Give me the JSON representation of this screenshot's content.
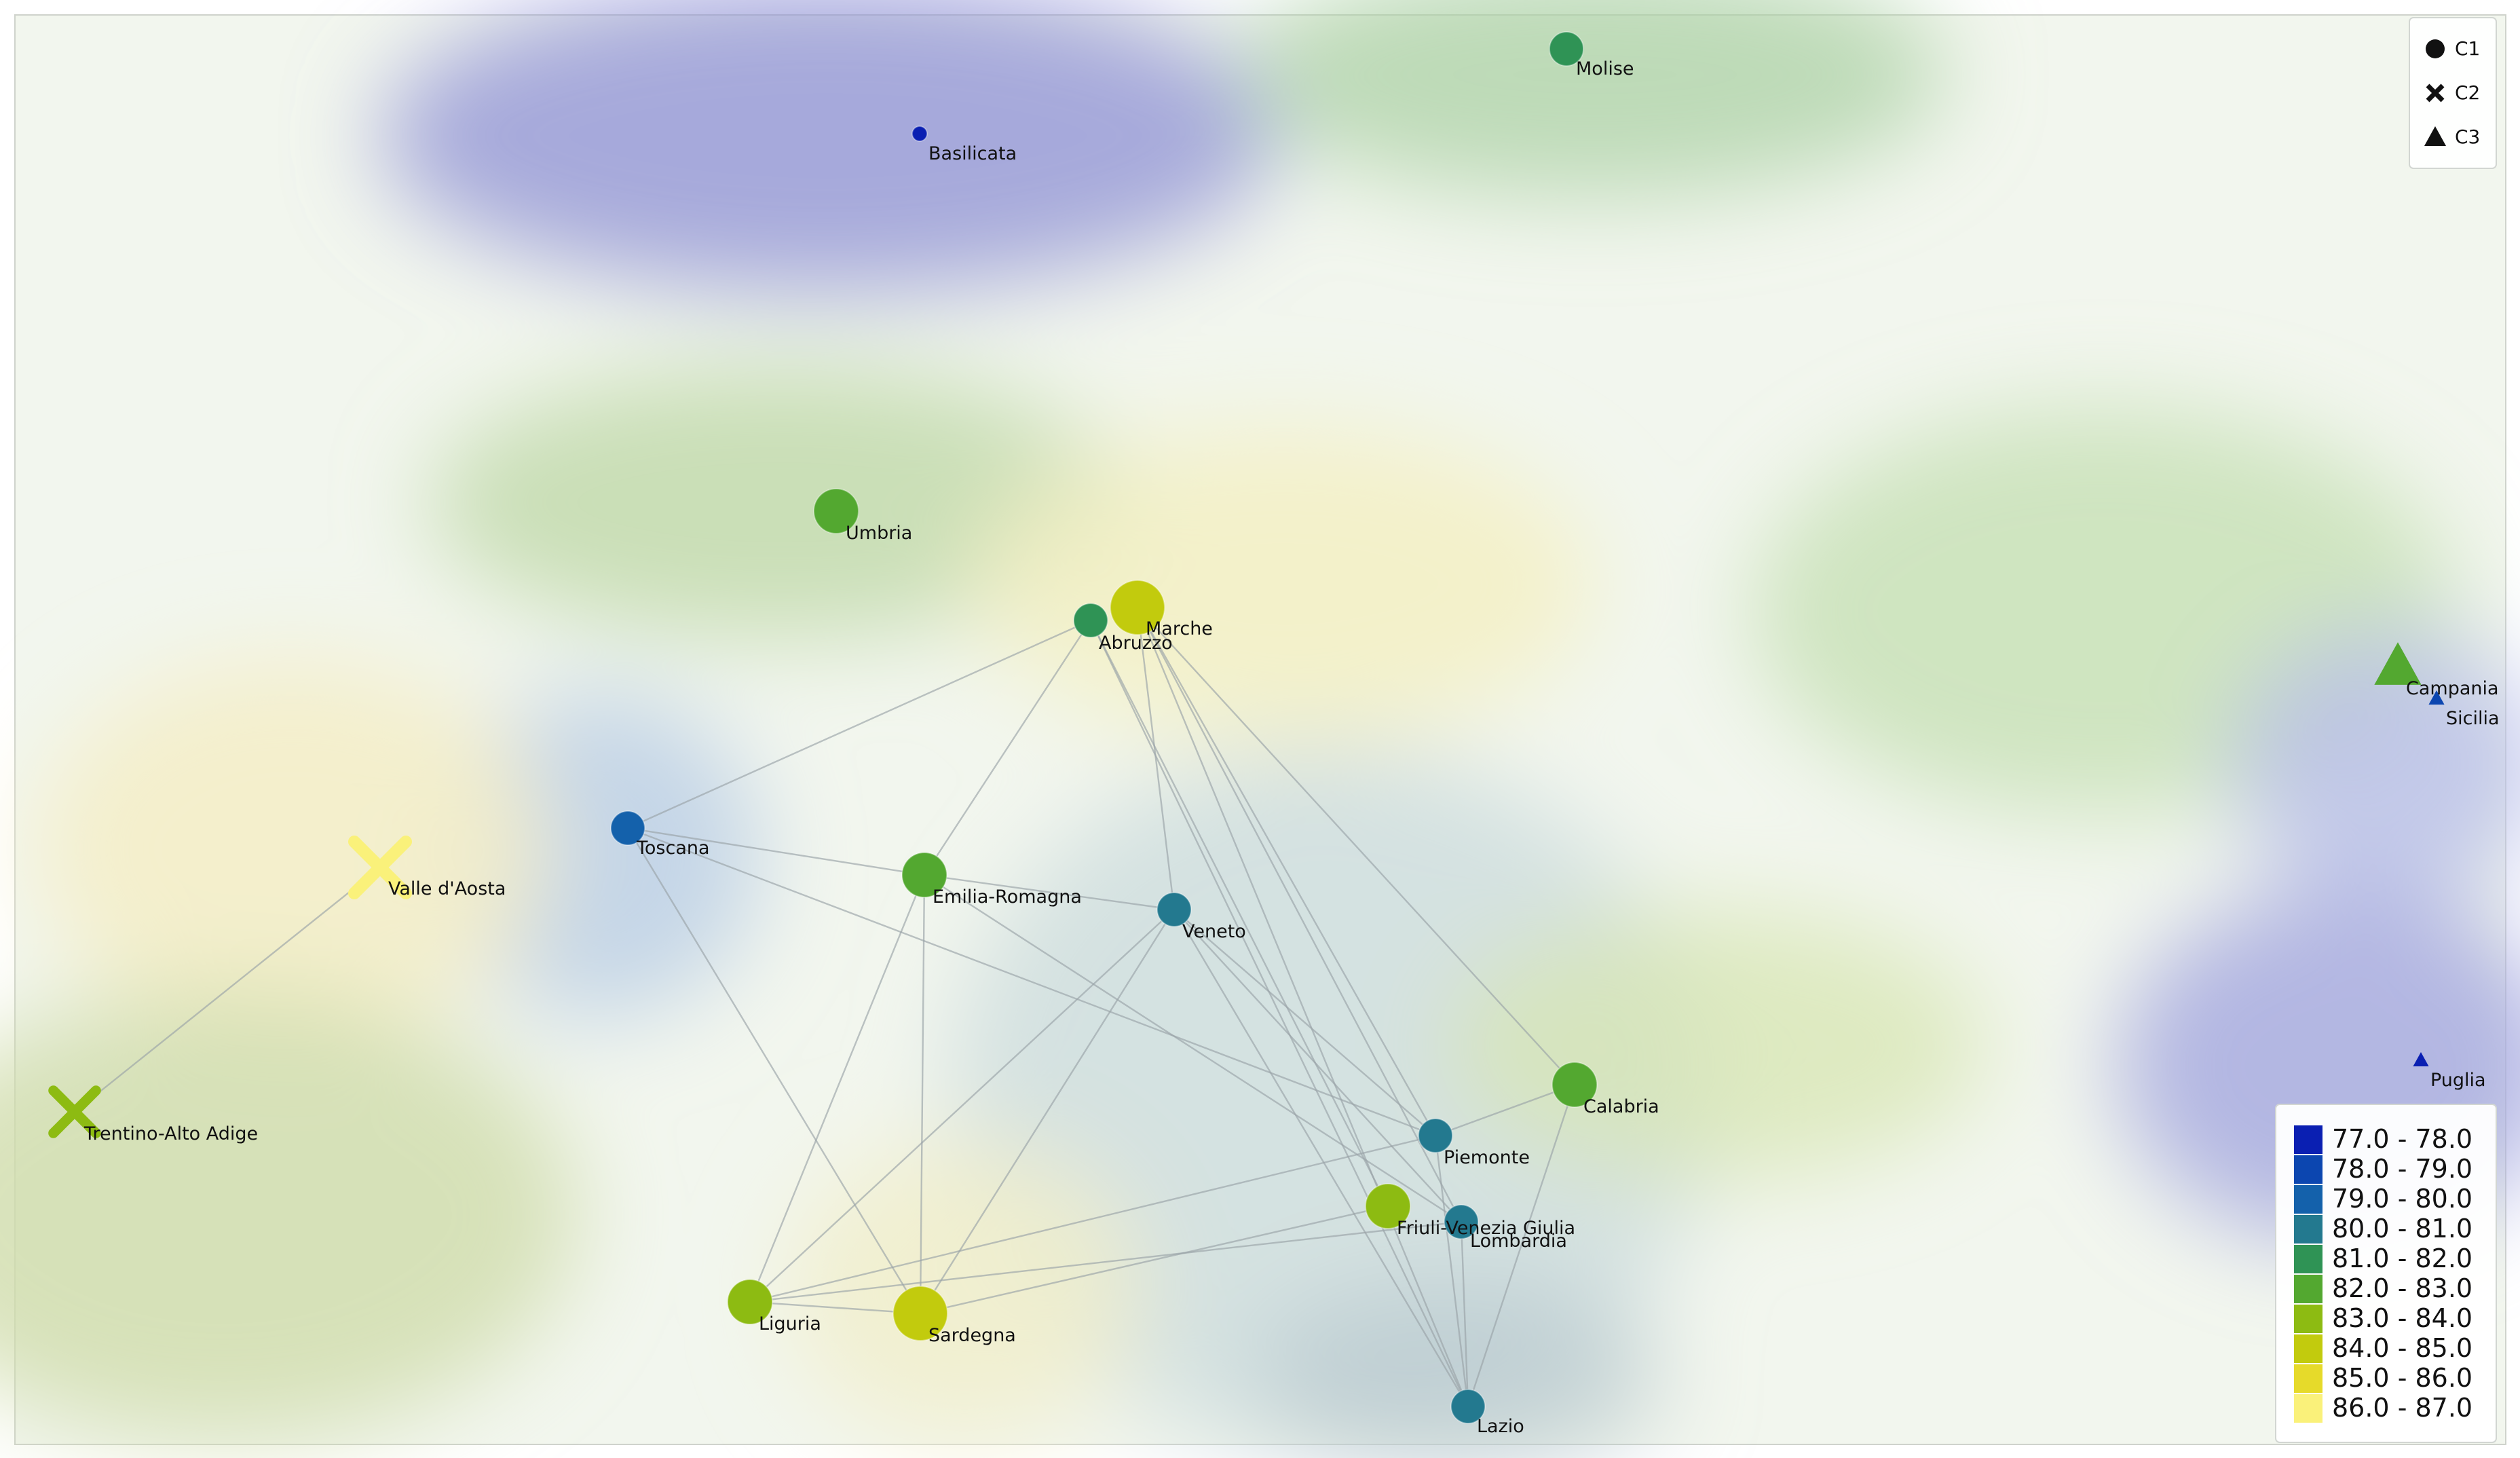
{
  "map": {
    "nodes": [
      {
        "id": "basilicata",
        "label": "Basilicata",
        "value": 77.2,
        "cluster": "C1",
        "size": 1
      },
      {
        "id": "molise",
        "label": "Molise",
        "value": 81.6,
        "cluster": "C1",
        "size": 2
      },
      {
        "id": "umbria",
        "label": "Umbria",
        "value": 82.4,
        "cluster": "C1",
        "size": 3
      },
      {
        "id": "abruzzo",
        "label": "Abruzzo",
        "value": 81.5,
        "cluster": "C1",
        "size": 2
      },
      {
        "id": "marche",
        "label": "Marche",
        "value": 84.5,
        "cluster": "C1",
        "size": 4
      },
      {
        "id": "toscana",
        "label": "Toscana",
        "value": 79.5,
        "cluster": "C1",
        "size": 2
      },
      {
        "id": "emilia-romagna",
        "label": "Emilia-Romagna",
        "value": 82.5,
        "cluster": "C1",
        "size": 3
      },
      {
        "id": "veneto",
        "label": "Veneto",
        "value": 80.5,
        "cluster": "C1",
        "size": 2
      },
      {
        "id": "calabria",
        "label": "Calabria",
        "value": 82.5,
        "cluster": "C1",
        "size": 3
      },
      {
        "id": "piemonte",
        "label": "Piemonte",
        "value": 80.5,
        "cluster": "C1",
        "size": 2
      },
      {
        "id": "friuli-venezia-giulia",
        "label": "Friuli-Venezia Giulia",
        "value": 83.5,
        "cluster": "C1",
        "size": 3
      },
      {
        "id": "lombardia",
        "label": "Lombardia",
        "value": 80.5,
        "cluster": "C1",
        "size": 2
      },
      {
        "id": "liguria",
        "label": "Liguria",
        "value": 83.5,
        "cluster": "C1",
        "size": 3
      },
      {
        "id": "sardegna",
        "label": "Sardegna",
        "value": 84.3,
        "cluster": "C1",
        "size": 4
      },
      {
        "id": "lazio",
        "label": "Lazio",
        "value": 80.5,
        "cluster": "C1",
        "size": 2
      },
      {
        "id": "valle-d-aosta",
        "label": "Valle d'Aosta",
        "value": 86.5,
        "cluster": "C2",
        "size": 4
      },
      {
        "id": "trentino-alto-adige",
        "label": "Trentino-Alto Adige",
        "value": 83.5,
        "cluster": "C2",
        "size": 3
      },
      {
        "id": "campania",
        "label": "Campania",
        "value": 82.5,
        "cluster": "C3",
        "size": 3
      },
      {
        "id": "sicilia",
        "label": "Sicilia",
        "value": 78.5,
        "cluster": "C3",
        "size": 1
      },
      {
        "id": "puglia",
        "label": "Puglia",
        "value": 77.5,
        "cluster": "C3",
        "size": 1
      }
    ],
    "edges": [
      [
        "toscana",
        "abruzzo"
      ],
      [
        "toscana",
        "emilia-romagna"
      ],
      [
        "toscana",
        "sardegna"
      ],
      [
        "toscana",
        "piemonte"
      ],
      [
        "abruzzo",
        "emilia-romagna"
      ],
      [
        "marche",
        "veneto"
      ],
      [
        "marche",
        "calabria"
      ],
      [
        "marche",
        "piemonte"
      ],
      [
        "marche",
        "lombardia"
      ],
      [
        "marche",
        "lazio"
      ],
      [
        "abruzzo",
        "lazio"
      ],
      [
        "abruzzo",
        "friuli-venezia-giulia"
      ],
      [
        "emilia-romagna",
        "veneto"
      ],
      [
        "emilia-romagna",
        "liguria"
      ],
      [
        "emilia-romagna",
        "sardegna"
      ],
      [
        "emilia-romagna",
        "lombardia"
      ],
      [
        "veneto",
        "liguria"
      ],
      [
        "veneto",
        "sardegna"
      ],
      [
        "veneto",
        "piemonte"
      ],
      [
        "veneto",
        "lombardia"
      ],
      [
        "veneto",
        "lazio"
      ],
      [
        "calabria",
        "piemonte"
      ],
      [
        "calabria",
        "lazio"
      ],
      [
        "piemonte",
        "liguria"
      ],
      [
        "piemonte",
        "lazio"
      ],
      [
        "liguria",
        "lombardia"
      ],
      [
        "liguria",
        "sardegna"
      ],
      [
        "sardegna",
        "friuli-venezia-giulia"
      ],
      [
        "lombardia",
        "lazio"
      ],
      [
        "valle-d-aosta",
        "trentino-alto-adige"
      ]
    ]
  },
  "legend_shapes": {
    "entries": [
      {
        "label": "C1",
        "shape": "circle"
      },
      {
        "label": "C2",
        "shape": "cross"
      },
      {
        "label": "C3",
        "shape": "triangle"
      }
    ]
  },
  "legend_colors": {
    "entries": [
      {
        "label": "77.0 - 78.0",
        "color": "#0a1fb2"
      },
      {
        "label": "78.0 - 79.0",
        "color": "#0c46b0"
      },
      {
        "label": "79.0 - 80.0",
        "color": "#1461ab"
      },
      {
        "label": "80.0 - 81.0",
        "color": "#23798f"
      },
      {
        "label": "81.0 - 82.0",
        "color": "#2f9355"
      },
      {
        "label": "82.0 - 83.0",
        "color": "#53a830"
      },
      {
        "label": "83.0 - 84.0",
        "color": "#8dbb12"
      },
      {
        "label": "84.0 - 85.0",
        "color": "#c2cb0d"
      },
      {
        "label": "85.0 - 86.0",
        "color": "#e6da2a"
      },
      {
        "label": "86.0 - 87.0",
        "color": "#faf17a"
      }
    ]
  }
}
